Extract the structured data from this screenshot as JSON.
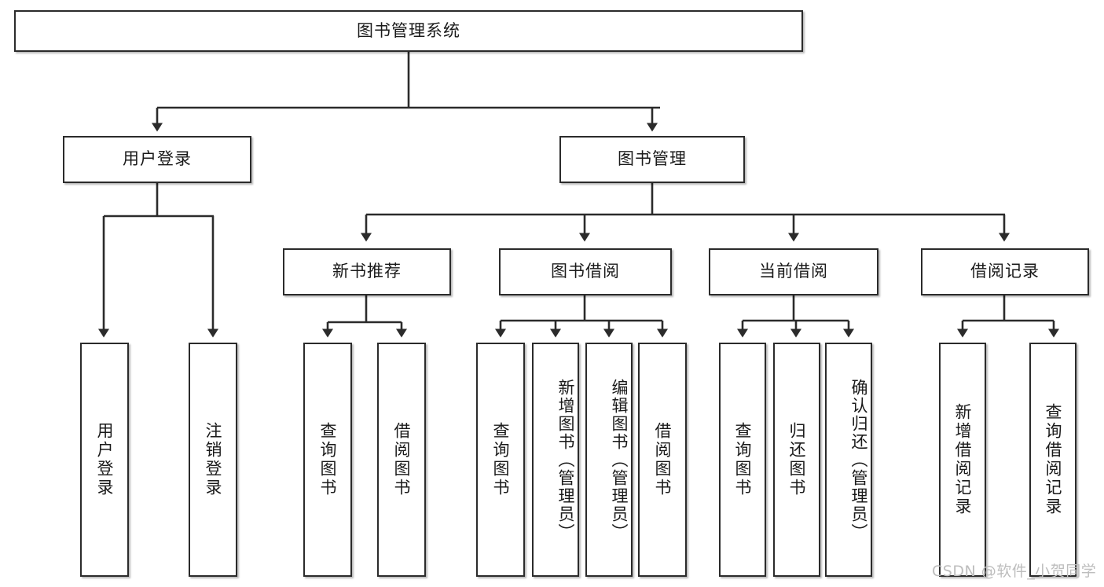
{
  "diagram": {
    "title": "图书管理系统",
    "type": "hierarchy-tree",
    "watermark": "CSDN @软件_小贺同学",
    "colors": {
      "box_border": "#2b2b2b",
      "box_fill": "#ffffff",
      "connector": "#2b2b2b",
      "text": "#1a1a1a",
      "watermark": "#bdbdbd"
    },
    "levels": {
      "root": "图书管理系统",
      "level2": [
        "用户登录",
        "图书管理"
      ],
      "level3": [
        "新书推荐",
        "图书借阅",
        "当前借阅",
        "借阅记录"
      ]
    },
    "nodes": {
      "root": {
        "label": "图书管理系统"
      },
      "user_login": {
        "label": "用户登录"
      },
      "book_manage": {
        "label": "图书管理"
      },
      "new_book_rec": {
        "label": "新书推荐"
      },
      "book_borrow": {
        "label": "图书借阅"
      },
      "current_borrow": {
        "label": "当前借阅"
      },
      "borrow_record": {
        "label": "借阅记录"
      },
      "leaf_user_login": {
        "label": "用户登录"
      },
      "leaf_logout": {
        "label": "注销登录"
      },
      "leaf_query_book_1": {
        "label": "查询图书"
      },
      "leaf_borrow_book_1": {
        "label": "借阅图书"
      },
      "leaf_query_book_2": {
        "label": "查询图书"
      },
      "leaf_add_book": {
        "label": "新增图书（管理员）"
      },
      "leaf_edit_book": {
        "label": "编辑图书（管理员）"
      },
      "leaf_borrow_book_2": {
        "label": "借阅图书"
      },
      "leaf_query_book_3": {
        "label": "查询图书"
      },
      "leaf_return_book": {
        "label": "归还图书"
      },
      "leaf_confirm_return": {
        "label": "确认归还（管理员）"
      },
      "leaf_add_record": {
        "label": "新增借阅记录"
      },
      "leaf_query_record": {
        "label": "查询借阅记录"
      }
    }
  }
}
